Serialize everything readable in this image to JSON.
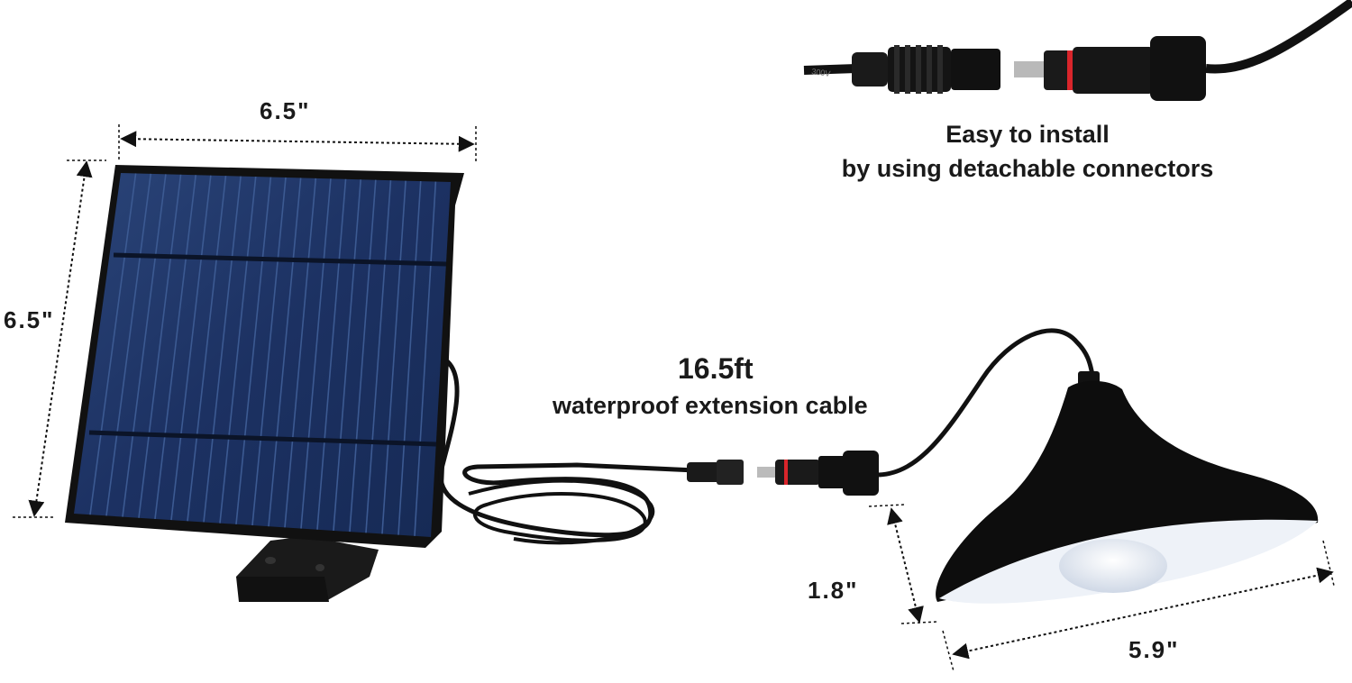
{
  "dimensions": {
    "panel_width": "6.5\"",
    "panel_height": "6.5\"",
    "shade_height": "1.8\"",
    "shade_width": "5.9\""
  },
  "cable": {
    "length": "16.5ft",
    "description": "waterproof extension cable"
  },
  "install_caption": {
    "line1": "Easy to install",
    "line2": "by using detachable connectors"
  },
  "connector_print": "300V",
  "colors": {
    "panel_blue": "#1f3566",
    "panel_frame": "#111111",
    "shade_black": "#0d0d0d",
    "shade_inner": "#eef2f8",
    "connector_ring": "#d9252b",
    "text": "#1a1a1a"
  }
}
